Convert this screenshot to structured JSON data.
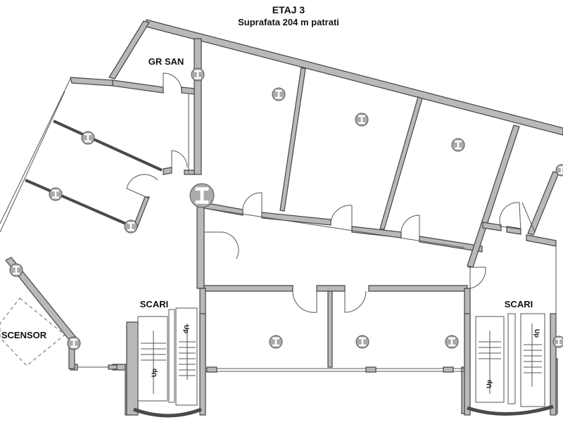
{
  "title": {
    "floor": "ETAJ 3",
    "area": "Suprafata 204 m patrati"
  },
  "rooms": {
    "bathroom": "GR SAN",
    "stairs_left": "SCARI",
    "stairs_right": "SCARI",
    "elevator": "SCENSOR"
  },
  "stairs": {
    "up_label": "Up"
  },
  "colors": {
    "wall_fill": "#b9b9b9",
    "wall_stroke": "#444444",
    "fixture_fill": "#aaaaaa",
    "background": "#ffffff"
  },
  "icons": {
    "column": "i-beam-column-icon",
    "door": "door-swing-arc-icon"
  }
}
